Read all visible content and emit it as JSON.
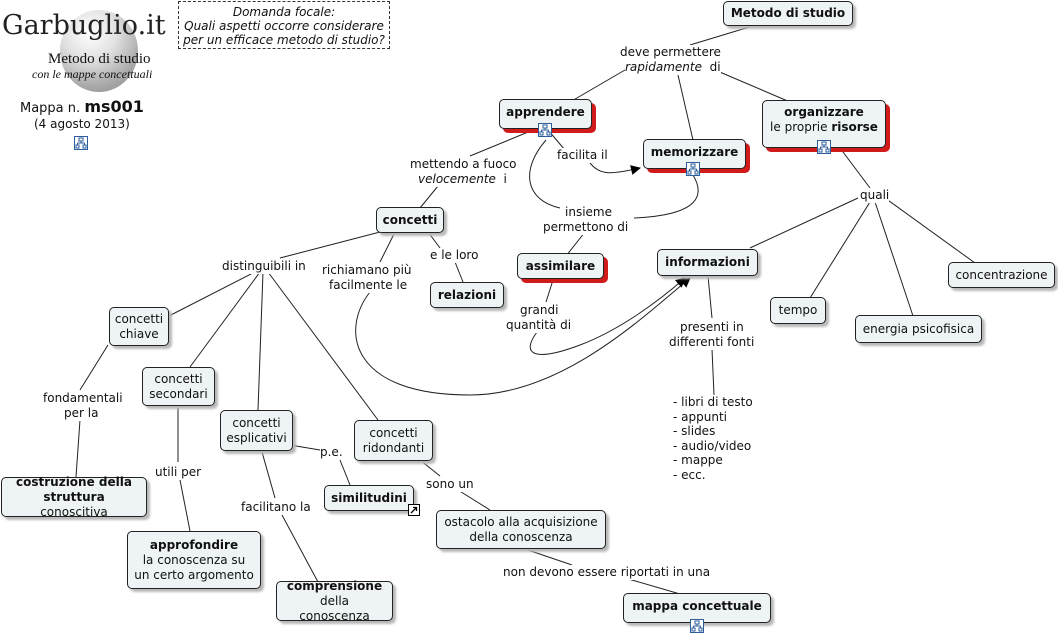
{
  "header": {
    "logo_title": "Garbuglio.it",
    "logo_sub": "Metodo di studio",
    "logo_sub2": "con le mappe concettuali",
    "map_prefix": "Mappa n.",
    "map_id": "ms001",
    "date": "(4 agosto 2013)"
  },
  "focal": {
    "line1": "Domanda focale:",
    "line2": "Quali aspetti occorre considerare",
    "line3": "per un efficace metodo di studio?"
  },
  "nodes": {
    "metodo": "Metodo di studio",
    "apprendere": "apprendere",
    "memorizzare": "memorizzare",
    "organizzare_bold": "organizzare",
    "organizzare_pre": "le proprie",
    "organizzare_bold2": "risorse",
    "concetti": "concetti",
    "relazioni": "relazioni",
    "assimilare": "assimilare",
    "informazioni": "informazioni",
    "concentrazione": "concentrazione",
    "tempo": "tempo",
    "energia": "energia psicofisica",
    "concetti_chiave": [
      "concetti",
      "chiave"
    ],
    "concetti_secondari": [
      "concetti",
      "secondari"
    ],
    "concetti_esplicativi": [
      "concetti",
      "esplicativi"
    ],
    "concetti_ridondanti": [
      "concetti",
      "ridondanti"
    ],
    "costruzione_bold": "costruzione della",
    "costruzione_bold2": "struttura",
    "costruzione_rest": "conoscitiva",
    "approfondire_bold": "approfondire",
    "approfondire_rest": [
      "la conoscenza su",
      "un certo argomento"
    ],
    "similitudini": "similitudini",
    "comprensione_bold": "comprensione",
    "comprensione_rest": "della conoscenza",
    "ostacolo": [
      "ostacolo alla acquisizione",
      "della conoscenza"
    ],
    "mappa": "mappa concettuale"
  },
  "labels": {
    "deve_permettere": "deve permettere",
    "rapidamente": "rapidamente",
    "di": "di",
    "mettendo": "mettendo a fuoco",
    "velocemente": "velocemente",
    "i": "i",
    "facilita_il": "facilita il",
    "insieme": "insieme",
    "permettono_di": "permettono di",
    "quali": "quali",
    "e_le_loro": "e le loro",
    "distinguibili": "distinguibili in",
    "richiamano": "richiamano più",
    "facilmente_le": "facilmente le",
    "grandi": "grandi",
    "quantita": "quantità di",
    "presenti": "presenti in",
    "differenti": "differenti fonti",
    "fondamentali": "fondamentali",
    "per_la": "per la",
    "utili_per": "utili per",
    "pe": "p.e.",
    "sono_un": "sono un",
    "facilitano_la": "facilitano la",
    "non_devono": "non devono essere riportati in una"
  },
  "fonti_list": "- libri di testo\n- appunti\n- slides\n- audio/video\n- mappe\n- ecc.",
  "icons": {
    "submap": "submap-icon",
    "link": "external-link-icon"
  },
  "colors": {
    "node_bg": "#eef3f5",
    "node_border": "#222222",
    "red_shadow": "#d11a1a",
    "icon_blue": "#2c5d9c"
  }
}
